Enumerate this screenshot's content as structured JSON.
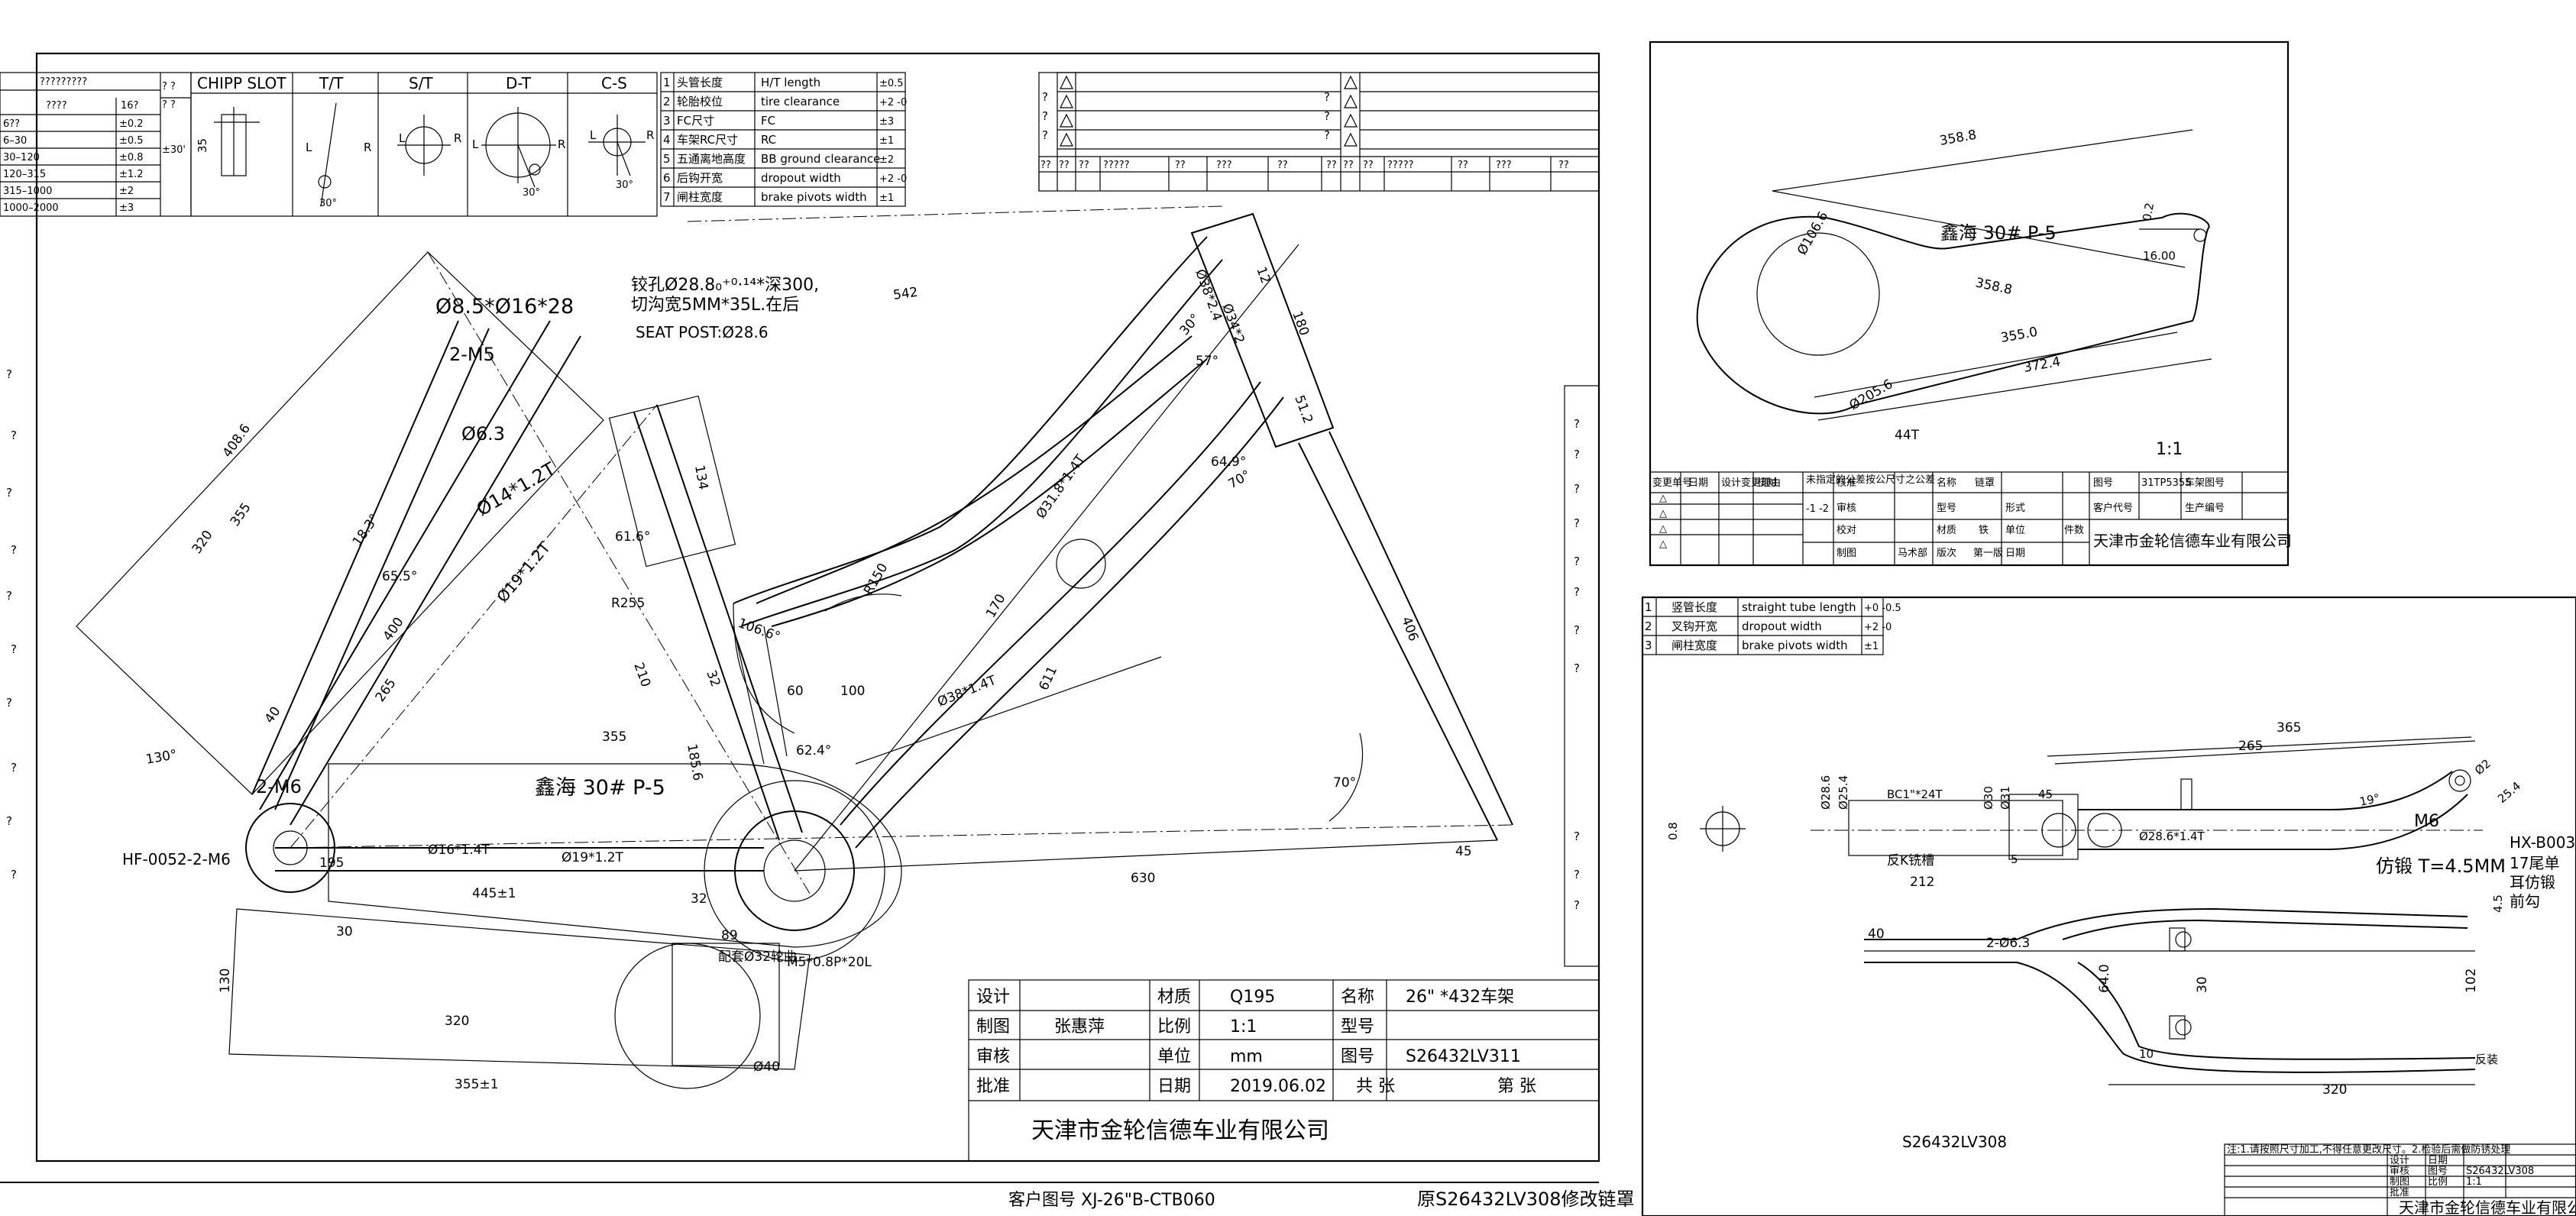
{
  "main_sheet": {
    "tolerance_table": {
      "header": "?????????",
      "col_heads": [
        "????",
        "16?"
      ],
      "rows": [
        [
          "6??",
          "±0.2"
        ],
        [
          "6–30",
          "±0.5"
        ],
        [
          "30–120",
          "±0.8"
        ],
        [
          "120–315",
          "±1.2"
        ],
        [
          "315–1000",
          "±2"
        ],
        [
          "1000–2000",
          "±3"
        ]
      ],
      "side_marks": [
        "? ?",
        "? ?"
      ],
      "angle_tol": "±30'"
    },
    "joint_sketches": {
      "headers": [
        "CHIPP SLOT",
        "T/T",
        "S/T",
        "D-T",
        "C-S"
      ],
      "labels": [
        "35",
        "30°",
        "L",
        "R",
        "L",
        "R",
        "L",
        "R",
        "30°",
        "L",
        "R",
        "30°"
      ]
    },
    "check_table": {
      "rows": [
        {
          "no": "1",
          "cn": "头管长度",
          "en": "H/T length",
          "tol": "±0.5"
        },
        {
          "no": "2",
          "cn": "轮胎校位",
          "en": "tire clearance",
          "tol": "+2 -0"
        },
        {
          "no": "3",
          "cn": "FC尺寸",
          "en": "FC",
          "tol": "±3"
        },
        {
          "no": "4",
          "cn": "车架RC尺寸",
          "en": "RC",
          "tol": "±1"
        },
        {
          "no": "5",
          "cn": "五通离地高度",
          "en": "BB ground clearance",
          "tol": "±2"
        },
        {
          "no": "6",
          "cn": "后钩开宽",
          "en": "dropout width",
          "tol": "+2 -0"
        },
        {
          "no": "7",
          "cn": "闸柱宽度",
          "en": "brake pivots width",
          "tol": "±1"
        }
      ]
    },
    "revision_table": {
      "mark": "?",
      "footer": [
        "??",
        "??",
        "??",
        "?????",
        "??",
        "???",
        "??"
      ]
    },
    "left_margin_marks": [
      "?",
      "?",
      "?",
      "?",
      "?",
      "?",
      "?",
      "?",
      "?",
      "?"
    ],
    "right_margin_marks": [
      "?",
      "?",
      "?",
      "?",
      "?",
      "?",
      "?",
      "?",
      "?",
      "?",
      "?"
    ],
    "annotations": {
      "hole_note_1": "铰孔Ø28.8₀⁺⁰·¹⁴*深300,",
      "hole_note_2": "切沟宽5MM*35L.在后",
      "seat_post": "SEAT POST:Ø28.6",
      "clamp_dim": "Ø8.5*Ø16*28",
      "boss": "2-M5",
      "chainstay_logo": "鑫海 30# P-5",
      "dropout_code": "HF-0052-2-M6",
      "m6": "2-M6",
      "m5_note": "M5*0.8P*20L",
      "axle_note": "配套Ø32轮曲",
      "tube_1": "Ø14*1.2T",
      "tube_2": "Ø6.3",
      "tube_3": "Ø19*1.2T",
      "tube_4": "Ø19*1.2T",
      "tube_5": "Ø16*1.4T",
      "tube_6": "Ø31.8*1.4T",
      "tube_7": "Ø38*1.4T",
      "tube_8": "Ø34*2",
      "tube_9": "Ø38*2.4",
      "d40": "Ø40",
      "r150": "R150",
      "r255": "R255"
    },
    "dims": {
      "d542": "542",
      "d12": "12",
      "d180": "180",
      "d57": "57°",
      "d30a": "30°",
      "d70": "70°",
      "d408": "408.6",
      "d355a": "355",
      "d320a": "320",
      "d400": "400",
      "d265": "265",
      "d355b": "355",
      "d445": "445±1",
      "d630": "630",
      "d611": "611",
      "d406": "406",
      "d170": "170",
      "d62": "62.4°",
      "d106": "106.6°",
      "d61": "61.6°",
      "d18": "18.3°",
      "d64": "64.9°",
      "d65": "65.5°",
      "d70b": "70°",
      "d60": "60",
      "d100": "100",
      "d130": "130",
      "d320b": "320",
      "d355c": "355±1",
      "d185": "185.6",
      "d134": "134",
      "d89": "89",
      "d32": "32",
      "d40": "40",
      "d195": "195",
      "d30": "30",
      "d45": "45",
      "d130b": "130°",
      "d51": "51.2",
      "d210": "210",
      "d32b": "32"
    },
    "title_block": {
      "rows": [
        [
          "设计",
          "",
          "材质",
          "Q195",
          "名称",
          "26\" *432车架"
        ],
        [
          "制图",
          "张惠萍",
          "比例",
          "1:1",
          "型号",
          ""
        ],
        [
          "审核",
          "",
          "单位",
          "mm",
          "图号",
          "S26432LV311"
        ],
        [
          "批准",
          "",
          "日期",
          "2019.06.02",
          "共   张",
          "第   张"
        ]
      ],
      "company": "天津市金轮信德车业有限公司"
    },
    "footer_left": "客户图号 XJ-26\"B-CTB060",
    "footer_right": "原S26432LV308修改链罩"
  },
  "guard_sheet": {
    "dims": [
      "358.8",
      "Ø106.6",
      "358.8",
      "355.0",
      "372.4",
      "Ø205.6",
      "16.00",
      "0.2"
    ],
    "logo": "鑫海 30# P-5",
    "teeth": "44T",
    "scale": "1:1",
    "title": {
      "rev_heads": [
        "变更单号",
        "日期",
        "设计变更理由",
        "核对"
      ],
      "marks": [
        "△",
        "△",
        "△",
        "△",
        "△",
        "△"
      ],
      "tol_head": "未指定的公差按公尺寸之公差",
      "tol_val": "-1 -2",
      "cells": [
        "核准",
        "审核",
        "校对",
        "制图",
        "马术部",
        "名称",
        "链罩",
        "型号",
        "形式",
        "材质",
        "铁",
        "单位",
        "版次",
        "第一版",
        "日期",
        "图号",
        "31TP5355",
        "车架图号",
        "客户代号",
        "生产编号",
        "件数"
      ],
      "company": "天津市金轮信德车业有限公司"
    }
  },
  "fork_sheet": {
    "check_rows": [
      {
        "no": "1",
        "cn": "竖管长度",
        "en": "straight tube length",
        "tol": "+0 -0.5"
      },
      {
        "no": "2",
        "cn": "叉钩开宽",
        "en": "dropout width",
        "tol": "+2 -0"
      },
      {
        "no": "3",
        "cn": "闸柱宽度",
        "en": "brake pivots width",
        "tol": "±1"
      }
    ],
    "dims": [
      "365",
      "265",
      "Ø28.6",
      "Ø25.4",
      "Ø30",
      "Ø31",
      "45",
      "5",
      "212",
      "Ø28.6*1.4T",
      "19°",
      "Ø2",
      "25.4",
      "0.8",
      "40",
      "2-Ø6.3",
      "64.0",
      "30",
      "102",
      "320",
      "4.5",
      "10"
    ],
    "notes": {
      "bc": "BC1\"*24T",
      "groove": "反K铣槽",
      "m6": "M6",
      "forging": "仿锻 T=4.5MM",
      "hx": "HX-B003",
      "tail_1": "17尾单",
      "tail_2": "耳仿锻",
      "tail_3": "前勾",
      "fold": "反装"
    },
    "drawing_no": "S26432LV308",
    "mini_title": {
      "notes": "注:1.请按照尺寸加工,不得任意更改尺寸。2.检验后需做防锈处理",
      "lines": [
        "设计",
        "审核",
        "制图",
        "批准",
        "日期",
        "图号",
        "S26432LV308",
        "比例",
        "1:1"
      ],
      "company": "天津市金轮信德车业有限公司"
    }
  }
}
